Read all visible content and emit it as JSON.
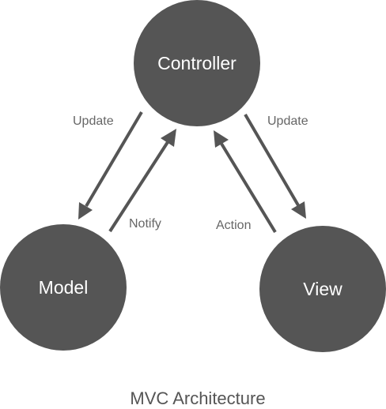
{
  "diagram": {
    "caption": "MVC Architecture",
    "nodes": {
      "controller": "Controller",
      "model": "Model",
      "view": "View"
    },
    "edges": {
      "controller_to_model": "Update",
      "model_to_controller": "Notify",
      "controller_to_view": "Update",
      "view_to_controller": "Action"
    },
    "colors": {
      "node_fill": "#555555",
      "node_text": "#ffffff",
      "arrow": "#555555",
      "edge_label": "#666666",
      "caption": "#555555"
    }
  }
}
